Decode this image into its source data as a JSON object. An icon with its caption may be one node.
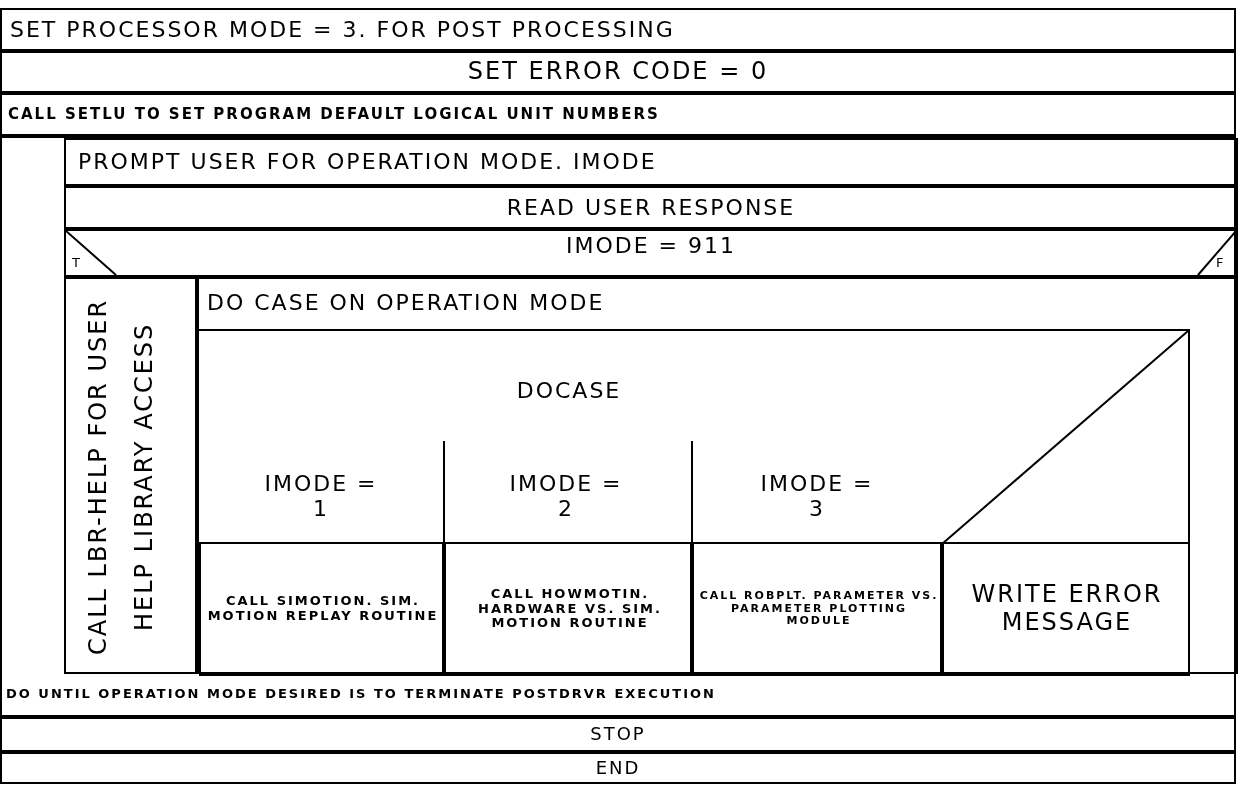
{
  "diagram": {
    "nodes": [
      {
        "text": [
          "SET PROCESSOR MODE = 3. FOR POST PROCESSING"
        ]
      },
      {
        "text": [
          "SET ERROR CODE = 0"
        ]
      },
      {
        "text": [
          "CALL SETLU TO SET PROGRAM DEFAULT LOGICAL UNIT NUMBERS"
        ]
      },
      {
        "text": [
          "DO UNTIL OPERATION MODE DESIRED IS TO TERMINATE POSTDRVR EXECUTION"
        ]
      },
      {
        "text": [
          "PROMPT USER FOR OPERATION MODE. IMODE"
        ],
        "in": 3
      },
      {
        "text": [
          "READ USER RESPONSE"
        ],
        "in": 3
      },
      {
        "text": [
          "IMODE = 911",
          "T",
          "F"
        ],
        "in": 3
      },
      {
        "text": [
          "CALL LBR-HELP FOR USER HELP LIBRARY ACCESS"
        ],
        "in": 3
      },
      {
        "text": [
          "DO CASE ON OPERATION MODE"
        ],
        "in": 3
      },
      {
        "text": [
          "DOCASE",
          "IMODE = 1",
          "IMODE = 2",
          "IMODE = 3"
        ],
        "in": 8
      },
      {
        "text": [
          "CALL SIMOTION. SIM. MOTION REPLAY ROUTINE"
        ],
        "in": 8
      },
      {
        "text": [
          "CALL HOWMOTIN. HARDWARE VS. SIM. MOTION ROUTINE"
        ],
        "in": 8
      },
      {
        "text": [
          "CALL ROBPLT. PARAMETER VS. PARAMETER PLOTTING MODULE"
        ],
        "in": 8
      },
      {
        "text": [
          "WRITE ERROR MESSAGE"
        ],
        "in": 8
      },
      {
        "text": [
          "STOP"
        ]
      },
      {
        "text": [
          "END"
        ]
      }
    ]
  }
}
